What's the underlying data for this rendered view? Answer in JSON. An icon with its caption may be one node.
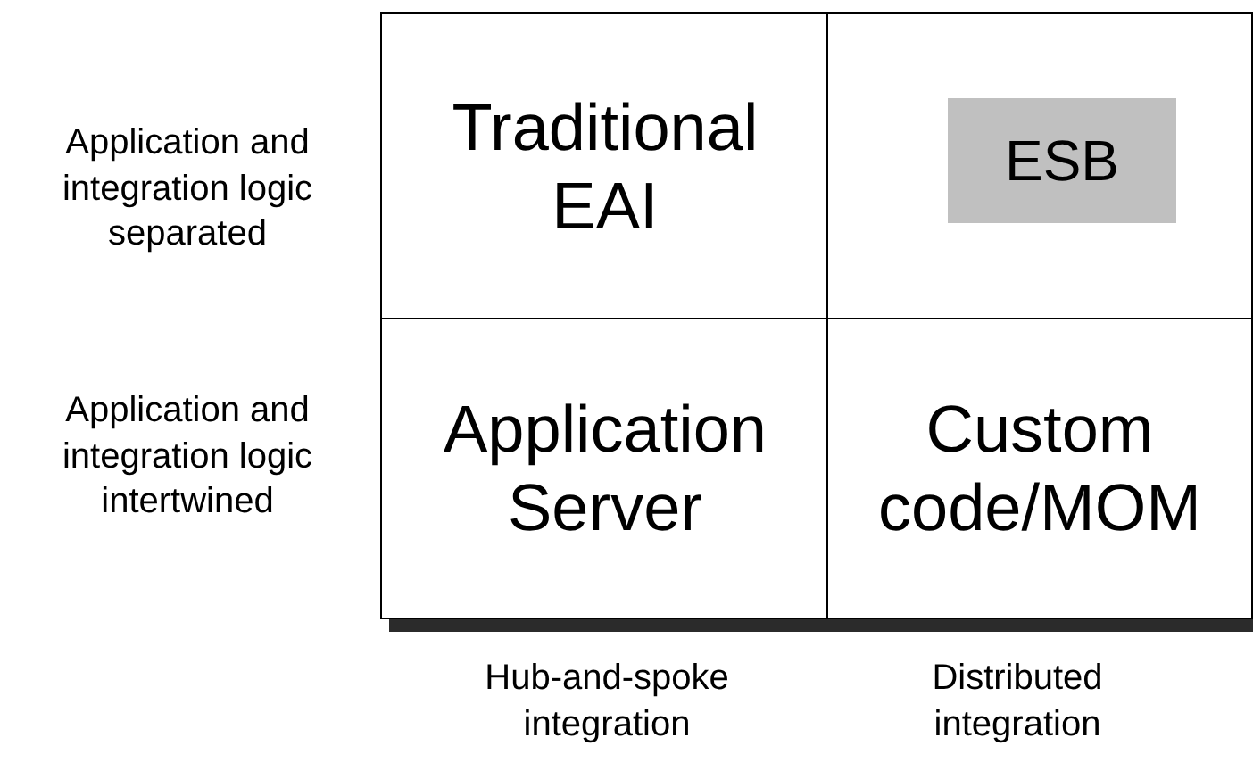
{
  "diagram": {
    "nodes": [
      {
        "text": [
          "Traditional EAI"
        ]
      },
      {
        "text": [],
        "shape": "box"
      },
      {
        "text": [
          "ESB"
        ],
        "in": 1
      },
      {
        "text": [
          "Application Server"
        ]
      },
      {
        "text": [
          "Custom code/MOM"
        ]
      }
    ],
    "labels": [
      "Application and integration logic separated",
      "Application and integration logic intertwined",
      "Hub-and-spoke integration",
      "Distributed integration"
    ]
  }
}
